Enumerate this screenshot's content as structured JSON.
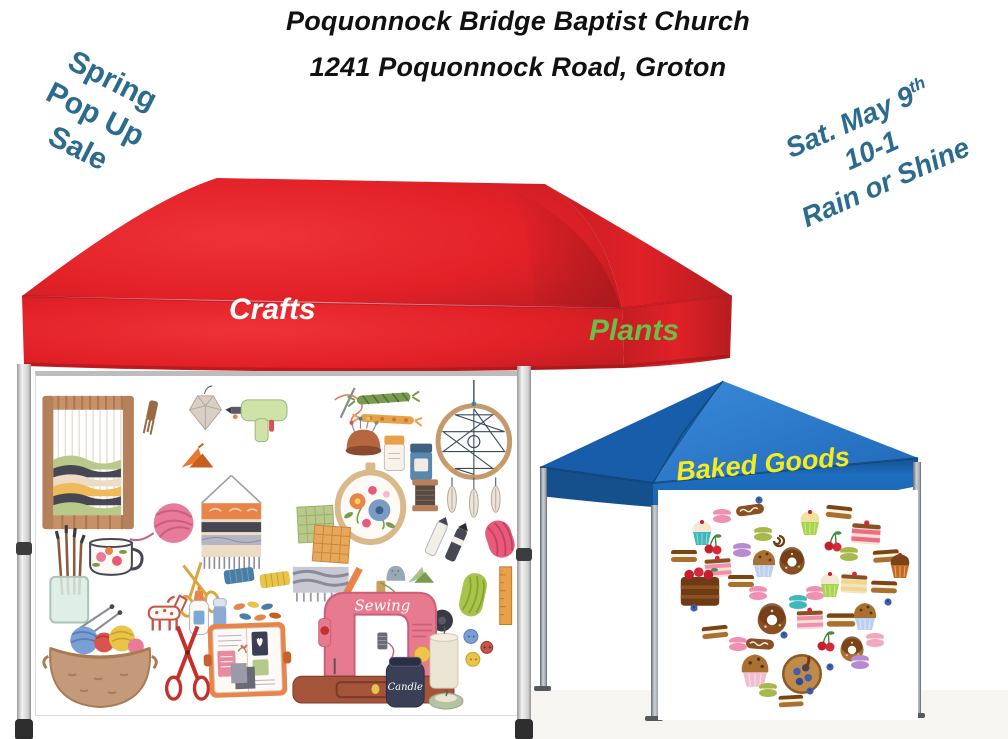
{
  "header": {
    "line1": "Poquonnock Bridge Baptist Church",
    "line2": "1241 Poquonnock Road, Groton"
  },
  "left_note": {
    "lines": [
      "Spring",
      "Pop Up",
      "Sale"
    ],
    "rotation_deg": 27,
    "color": "#2a6b8e"
  },
  "right_note": {
    "date_prefix": "Sat. May 9",
    "date_superscript": "th",
    "line2": "10-1",
    "line3": "Rain or Shine",
    "rotation_deg": -24,
    "color": "#2a6b8e"
  },
  "red_tent": {
    "front_label": "Crafts",
    "front_label_color": "#ffffff",
    "side_label": "Plants",
    "side_label_color": "#6abf4b",
    "canopy_color": "#e32127"
  },
  "blue_tent": {
    "label": "Baked Goods",
    "label_color": "#f6ec1c",
    "canopy_color": "#2b7ccf"
  },
  "craft_banner": {
    "sewing_label": "Sewing",
    "candle_label": "Candle",
    "items": [
      "weaving loom",
      "wooden comb",
      "paper ornament",
      "glue gun",
      "origami crane",
      "knitted socks",
      "needle and thread",
      "friendship bracelets",
      "pin cushion",
      "craft jars",
      "dreamcatcher",
      "yarn ball",
      "woven wall hanging",
      "thread spool",
      "embroidery hoop",
      "fabric swatches",
      "paint tubes",
      "yarn skeins",
      "floral mug",
      "paint brushes in jar",
      "embroidery scissors",
      "floss bobbins",
      "mini woven rug",
      "pencil",
      "thimble",
      "ruler",
      "dala horse",
      "glue bottle",
      "glue stick",
      "sewing machine",
      "yarn basket with knitting needles",
      "red scissors",
      "craft journal",
      "candle jar",
      "pillar candle",
      "tea light",
      "buttons"
    ]
  },
  "baked_goods_heart": {
    "arrangement": "heart",
    "items": [
      "cupcakes",
      "chocolate chip muffins",
      "chocolate donuts",
      "macarons",
      "layer cake slices",
      "chocolate cherry cake",
      "cream sandwich cookies",
      "eclairs",
      "cherries",
      "blueberries",
      "blueberry tart"
    ]
  }
}
